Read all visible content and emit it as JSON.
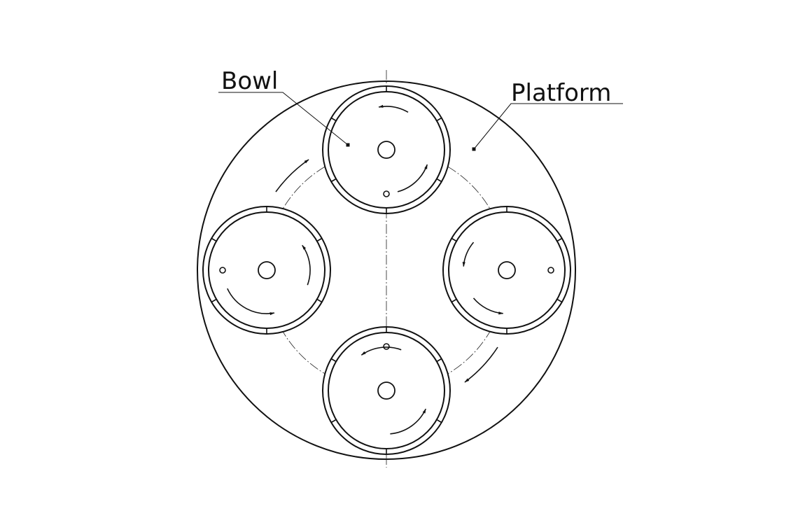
{
  "labels": {
    "bowl": "Bowl",
    "platform": "Platform"
  },
  "colors": {
    "ink": "#111111",
    "background": "#ffffff"
  },
  "bowl_count": 4
}
